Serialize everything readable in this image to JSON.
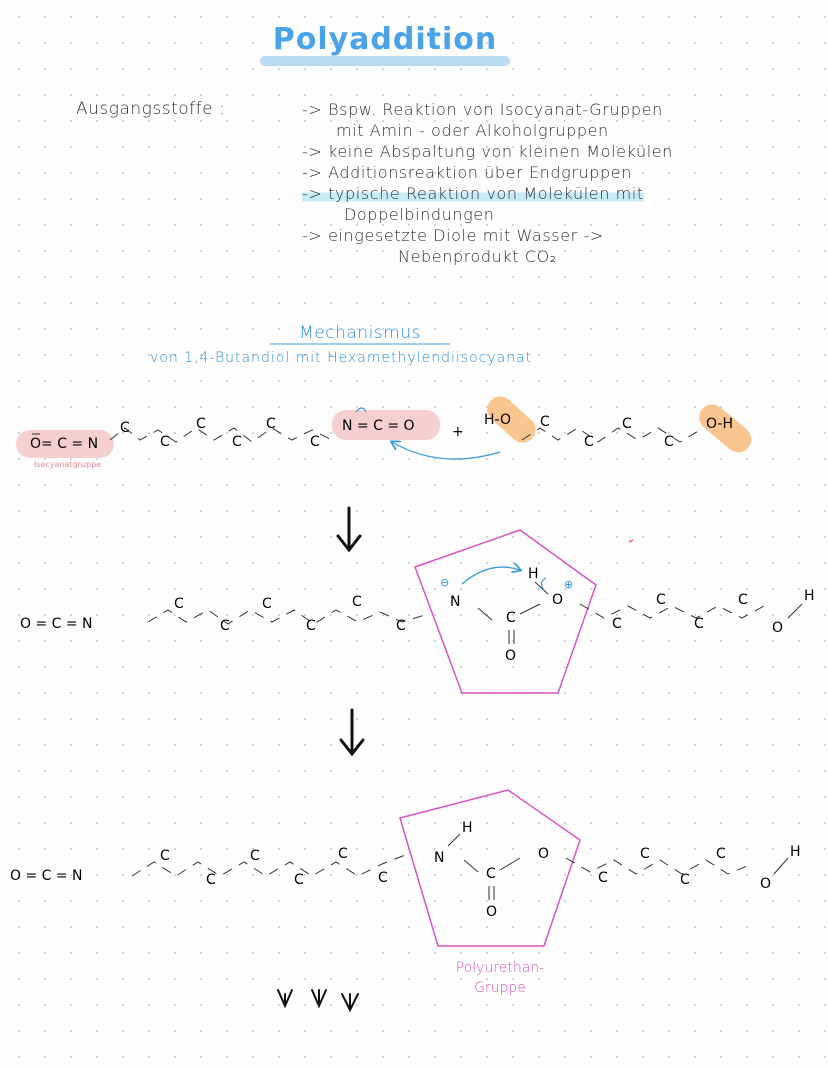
{
  "page": {
    "title": "Polyaddition",
    "ausgang_label": "Ausgangsstoffe :",
    "notes": [
      "-> Bspw. Reaktion von Isocyanat-Gruppen",
      "mit Amin - oder Alkoholgruppen",
      "-> keine Abspaltung von kleinen Molekülen",
      "-> Additionsreaktion über Endgruppen",
      "-> typische Reaktion von Molekülen mit",
      "Doppelbindungen",
      "-> eingesetzte Diole mit Wasser ->",
      "Nebenprodukt CO₂"
    ]
  },
  "mechanism": {
    "title": "Mechanismus",
    "subtitle": "von 1,4-Butandiol mit Hexamethylendiisocyanat",
    "isocyanat_tag": "Isocyanatgruppe",
    "row1": {
      "ocn_left": "O= C = N",
      "nco_right": "N = C = O",
      "plus": "+",
      "ho_left": "H-O",
      "oh_right": "O-H"
    },
    "row2": {
      "ocn": "O = C = N",
      "n": "N",
      "c": "C",
      "o_dbl": "O",
      "o_link": "O",
      "h_top": "H",
      "oh": "O",
      "h_end": "H",
      "minus": "⊖",
      "plus": "⊕"
    },
    "row3": {
      "ocn": "O = C = N",
      "n": "N",
      "h_n": "H",
      "c": "C",
      "o_dbl": "O",
      "o_link": "O",
      "oh": "O",
      "h_end": "H"
    },
    "chain_atom": "C",
    "polyurethane_label_1": "Polyurethan-",
    "polyurethane_label_2": "Gruppe"
  },
  "colors": {
    "title_blue": "#4aa3e8",
    "title_highlight": "#b9dcf5",
    "mechanism_blue": "#2f8fd8",
    "isocyanate_pink": "#f6d0cf",
    "hydroxyl_orange": "#fbc58f",
    "polyurethane_magenta": "#d653c4",
    "note_highlight": "#c6ecf6"
  }
}
